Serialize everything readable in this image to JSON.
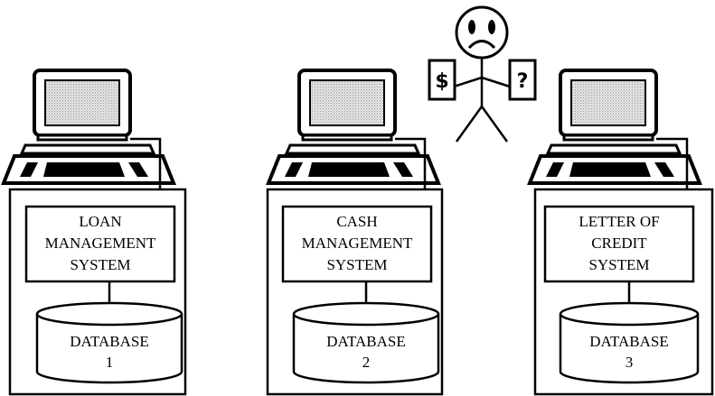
{
  "person": {
    "left_sign": "$",
    "right_sign": "?"
  },
  "systems": [
    {
      "name_lines": [
        "LOAN",
        "MANAGEMENT",
        "SYSTEM"
      ],
      "database_lines": [
        "DATABASE",
        "1"
      ]
    },
    {
      "name_lines": [
        "CASH",
        "MANAGEMENT",
        "SYSTEM"
      ],
      "database_lines": [
        "DATABASE",
        "2"
      ]
    },
    {
      "name_lines": [
        "LETTER OF",
        "CREDIT",
        "SYSTEM"
      ],
      "database_lines": [
        "DATABASE",
        "3"
      ]
    }
  ]
}
